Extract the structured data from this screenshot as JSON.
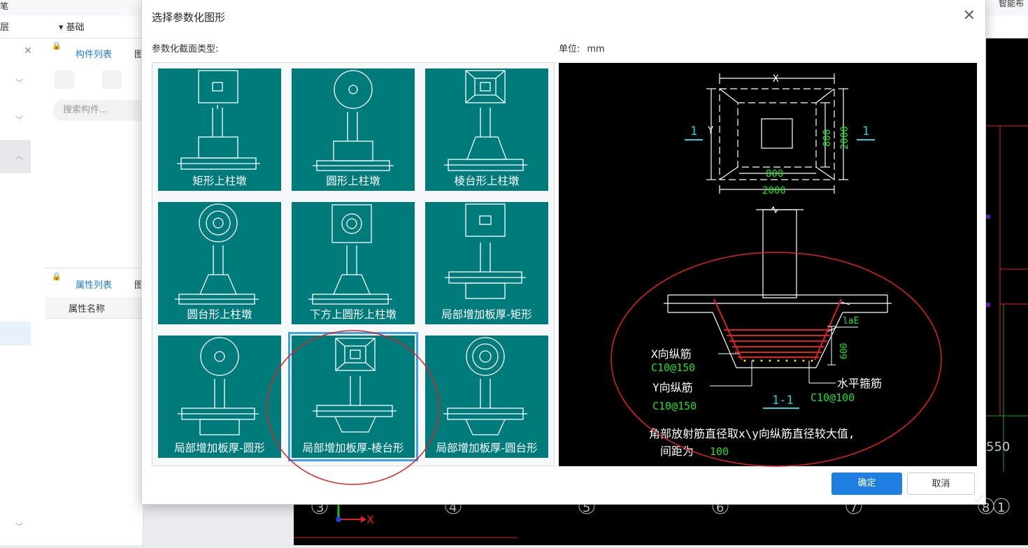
{
  "background": {
    "top_left": "笔",
    "top_right": "智能布",
    "toolbar_layer": "层",
    "toolbar_layer_dd": "▾ 基础",
    "tabs": {
      "component_list": "构件列表",
      "attribute_list": "属性列表",
      "tab_cut": "图"
    },
    "search_placeholder": "搜索构件...",
    "attr_header": "属性名称",
    "axis_numbers": [
      "3",
      "4",
      "5",
      "6",
      "7",
      "8",
      "1"
    ],
    "side_number": "550",
    "x_axis": "X"
  },
  "dialog": {
    "title": "选择参数化图形",
    "section_label": "参数化截面类型:",
    "unit_label": "单位:",
    "unit_value": "mm",
    "ok_label": "确定",
    "cancel_label": "取消",
    "tiles": [
      {
        "label": "矩形上柱墩",
        "selected": false
      },
      {
        "label": "圆形上柱墩",
        "selected": false
      },
      {
        "label": "棱台形上柱墩",
        "selected": false
      },
      {
        "label": "圆台形上柱墩",
        "selected": false
      },
      {
        "label": "下方上圆形上柱墩",
        "selected": false
      },
      {
        "label": "局部增加板厚-矩形",
        "selected": false
      },
      {
        "label": "局部增加板厚-圆形",
        "selected": false
      },
      {
        "label": "局部增加板厚-棱台形",
        "selected": true
      },
      {
        "label": "局部增加板厚-圆台形",
        "selected": false
      }
    ]
  },
  "preview": {
    "dim_x": "X",
    "dim_y": "Y",
    "dim_800_h": "800",
    "dim_800_v": "800",
    "dim_2000_h": "2000",
    "dim_2000_v": "2000",
    "section_mark": "1",
    "label_lae": "laE",
    "dim_600": "600",
    "x_rebar": "X向纵筋",
    "x_rebar_val": "C10@150",
    "y_rebar": "Y向纵筋",
    "y_rebar_val": "C10@150",
    "h_stirrup": "水平箍筋",
    "h_stirrup_val": "C10@100",
    "section_label": "1-1",
    "note_line1": "角部放射筋直径取x\\y向纵筋直径较大值,",
    "note_line2": "间距为",
    "note_val": "100"
  },
  "colors": {
    "tile": "#007b7b",
    "primary": "#1f7fe0",
    "select_outline": "#3aa0f0",
    "annotation_red": "#e02020"
  }
}
